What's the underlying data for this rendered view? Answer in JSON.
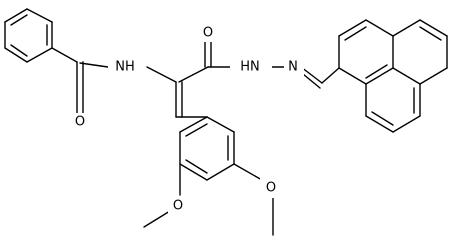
{
  "molecule": {
    "atoms": {
      "NH_amide": "NH",
      "O_amide": "O",
      "O_hydrazide": "O",
      "HN_hydrazide": "HN",
      "N_imine": "N",
      "O_methoxy_2": "O",
      "O_methoxy_4": "O"
    }
  }
}
